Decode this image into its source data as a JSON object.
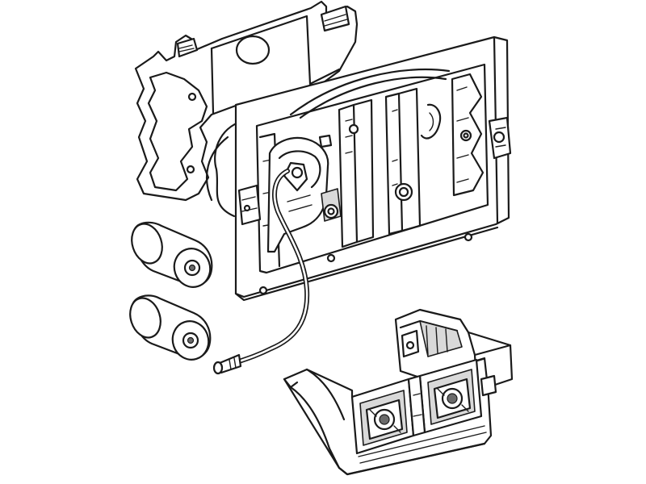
{
  "diagram": {
    "background": "#ffffff",
    "line_color": "#1a1a1a",
    "shade_light": "#d9d9d9",
    "shade_dark": "#6a6a6a",
    "components": [
      {
        "id": "rear-mounting-plate",
        "icon": "rear-mounting-plate-icon"
      },
      {
        "id": "front-frame",
        "icon": "front-frame-icon"
      },
      {
        "id": "cable",
        "icon": "cable-icon"
      },
      {
        "id": "battery-1",
        "icon": "battery-icon"
      },
      {
        "id": "battery-2",
        "icon": "battery-icon"
      },
      {
        "id": "electronic-module",
        "icon": "electronic-module-icon"
      }
    ]
  }
}
